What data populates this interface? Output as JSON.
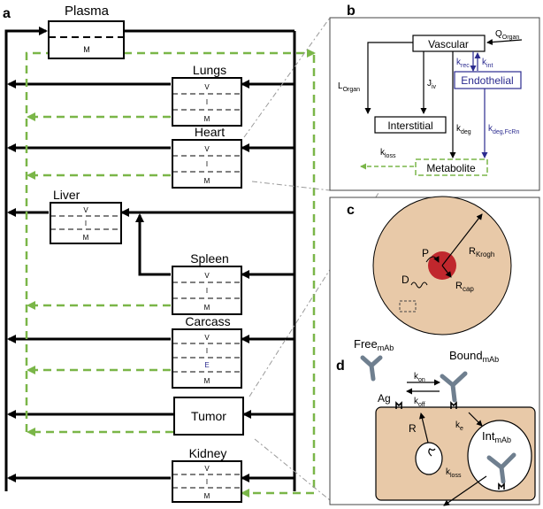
{
  "panels": {
    "a": "a",
    "b": "b",
    "c": "c",
    "d": "d"
  },
  "colors": {
    "black": "#000000",
    "green": "#7ab648",
    "blue": "#2b2b8f",
    "tissue": "#e8c9a8",
    "capillary": "#c0272d",
    "grey_dash": "#9a9a9a"
  },
  "compartments": {
    "v": "V",
    "i": "I",
    "m": "M",
    "e": "E"
  },
  "organs": {
    "plasma": "Plasma",
    "lungs": "Lungs",
    "heart": "Heart",
    "liver": "Liver",
    "spleen": "Spleen",
    "carcass": "Carcass",
    "tumor": "Tumor",
    "kidney": "Kidney"
  },
  "panel_b": {
    "vascular": "Vascular",
    "q": "Q",
    "q_sub": "Organ",
    "l": "L",
    "l_sub": "Organ",
    "j": "J",
    "j_sub": "iv",
    "krec": "k",
    "krec_sub": "rec",
    "kint": "k",
    "kint_sub": "int",
    "endothelial": "Endothelial",
    "interstitial": "Interstitial",
    "kdeg": "k",
    "kdeg_sub": "deg",
    "kdegfcrn": "k",
    "kdegfcrn_sub": "deg,FcRn",
    "kloss": "k",
    "kloss_sub": "loss",
    "metabolite": "Metabolite"
  },
  "panel_c": {
    "rkrogh": "R",
    "rkrogh_sub": "Krogh",
    "rcap": "R",
    "rcap_sub": "cap",
    "p": "P",
    "d": "D"
  },
  "panel_d": {
    "free": "Free",
    "free_sub": "mAb",
    "bound": "Bound",
    "bound_sub": "mAb",
    "kon": "k",
    "kon_sub": "on",
    "koff": "k",
    "koff_sub": "off",
    "ag": "Ag",
    "r": "R",
    "ke": "k",
    "ke_sub": "e",
    "int": "Int",
    "int_sub": "mAb",
    "kloss": "k",
    "kloss_sub": "loss"
  }
}
